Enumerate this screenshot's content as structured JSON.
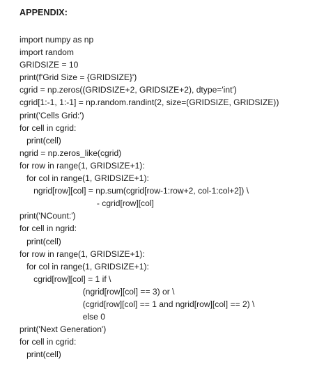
{
  "heading": "APPENDIX:",
  "code_lines": [
    "import numpy as np",
    "import random",
    "GRIDSIZE = 10",
    "print(f'Grid Size = {GRIDSIZE}')",
    "cgrid = np.zeros((GRIDSIZE+2, GRIDSIZE+2), dtype='int')",
    "cgrid[1:-1, 1:-1] = np.random.randint(2, size=(GRIDSIZE, GRIDSIZE))",
    "print('Cells Grid:')",
    "for cell in cgrid:",
    "   print(cell)",
    "ngrid = np.zeros_like(cgrid)",
    "for row in range(1, GRIDSIZE+1):",
    "   for col in range(1, GRIDSIZE+1):",
    "      ngrid[row][col] = np.sum(cgrid[row-1:row+2, col-1:col+2]) \\",
    "                                 - cgrid[row][col]",
    "print('NCount:')",
    "for cell in ngrid:",
    "   print(cell)",
    "for row in range(1, GRIDSIZE+1):",
    "   for col in range(1, GRIDSIZE+1):",
    "      cgrid[row][col] = 1 if \\",
    "                           (ngrid[row][col] == 3) or \\",
    "                           (cgrid[row][col] == 1 and ngrid[row][col] == 2) \\",
    "                           else 0",
    "print('Next Generation')",
    "for cell in cgrid:",
    "   print(cell)"
  ]
}
